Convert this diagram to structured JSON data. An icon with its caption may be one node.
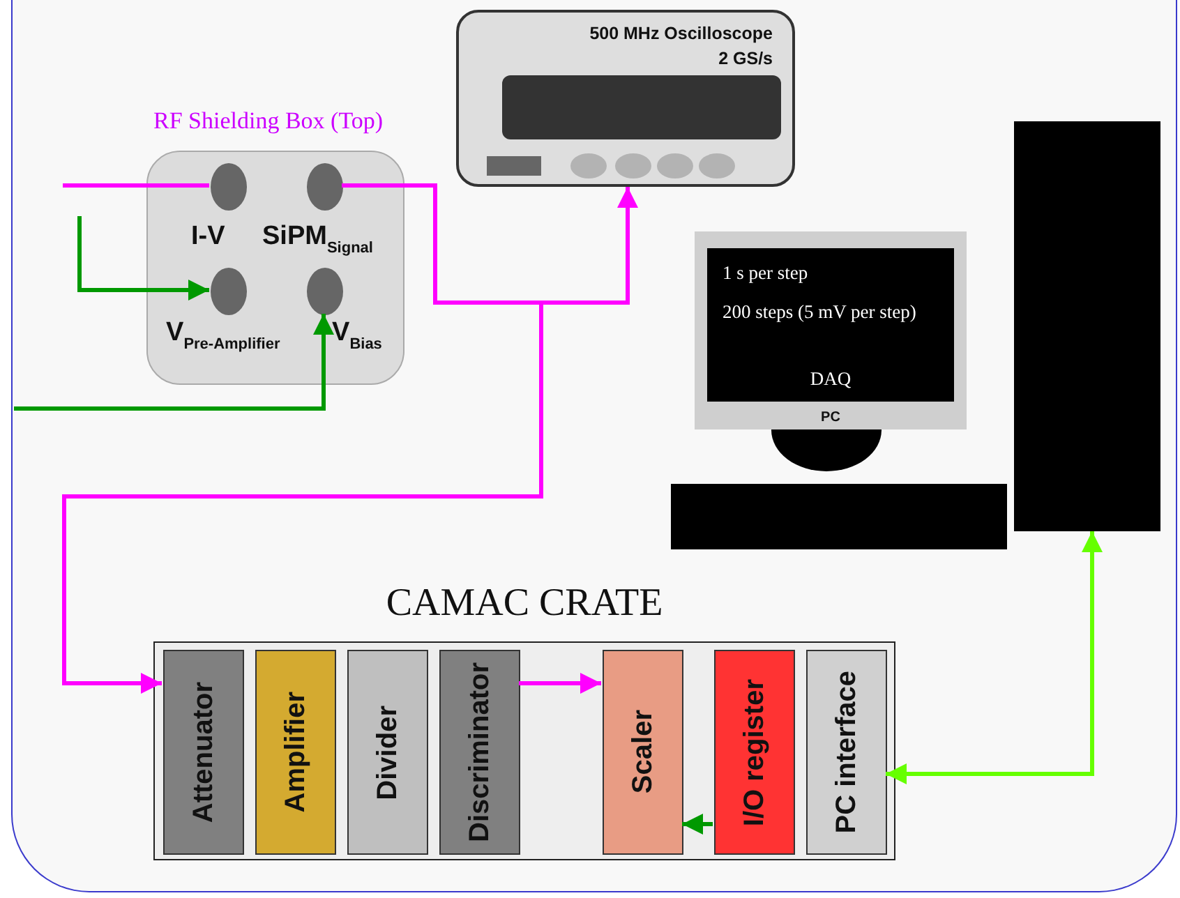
{
  "diagram": {
    "nodes": [
      {
        "text": [
          "RF Shielding Box (Top)"
        ]
      },
      {
        "text": [
          "I-V"
        ],
        "in": 0
      },
      {
        "text": [
          "SiPM$_{Signal}$"
        ],
        "in": 0
      },
      {
        "text": [
          "V$_{Pre-Amplifier}$"
        ],
        "in": 0
      },
      {
        "text": [
          "V$_{Bias}$"
        ],
        "in": 0
      },
      {
        "text": [
          "500 MHz Oscilloscope",
          "2 GS/s"
        ]
      },
      {
        "text": [
          "1 s per step",
          "200 steps (5 mV per step)",
          "DAQ",
          "PC"
        ]
      },
      {
        "text": [],
        "shape": "box"
      },
      {
        "text": [
          "CAMAC CRATE"
        ]
      },
      {
        "text": [
          "Attenuator"
        ],
        "in": 8
      },
      {
        "text": [
          "Amplifier"
        ],
        "in": 8
      },
      {
        "text": [
          "Divider"
        ],
        "in": 8
      },
      {
        "text": [
          "Discriminator"
        ],
        "in": 8
      },
      {
        "text": [
          "Scaler"
        ],
        "in": 8
      },
      {
        "text": [
          "I/O register"
        ],
        "in": 8
      },
      {
        "text": [
          "PC interface"
        ],
        "in": 8
      }
    ],
    "edges": [
      {
        "from": null,
        "to": 1,
        "arrow": "none"
      },
      {
        "from": null,
        "to": 3,
        "arrow": "to",
        "color": "#009900"
      },
      {
        "from": null,
        "to": 4,
        "arrow": "to",
        "color": "#009900"
      },
      {
        "from": 2,
        "to": 5,
        "arrow": "to"
      },
      {
        "from": 2,
        "to": 9,
        "arrow": "to"
      },
      {
        "from": 12,
        "to": 13,
        "arrow": "to"
      },
      {
        "from": 14,
        "to": 13,
        "arrow": "to",
        "color": "#009900"
      },
      {
        "from": 15,
        "to": 7,
        "arrow": "both",
        "color": "#66ff00"
      }
    ]
  }
}
